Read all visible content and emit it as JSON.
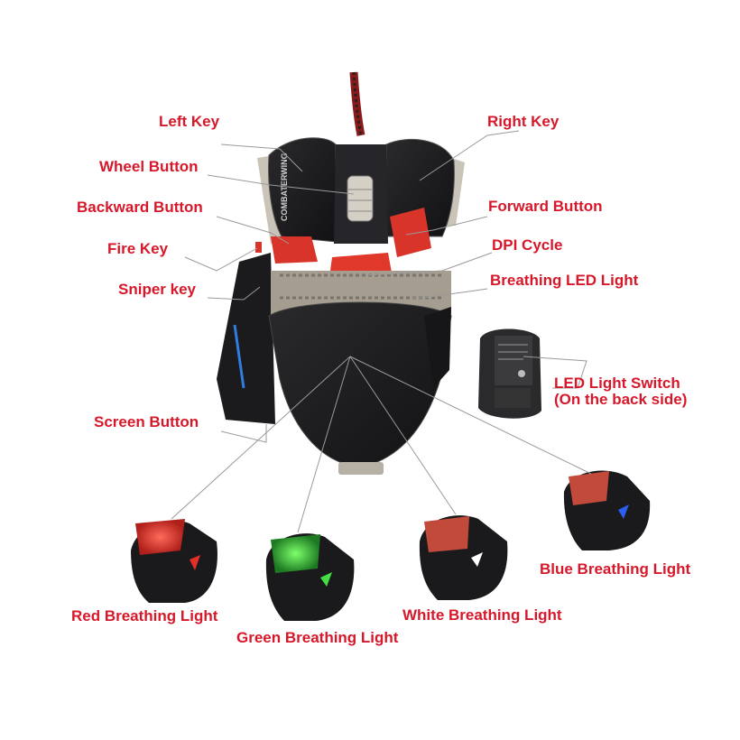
{
  "product": {
    "brand_text": "COMBATERWING"
  },
  "labels": {
    "left_key": "Left Key",
    "right_key": "Right Key",
    "wheel_button": "Wheel Button",
    "backward_button": "Backward Button",
    "forward_button": "Forward Button",
    "fire_key": "Fire Key",
    "dpi_cycle": "DPI Cycle",
    "sniper_key": "Sniper key",
    "breathing_led": "Breathing LED Light",
    "led_switch_line1": "LED Light Switch",
    "led_switch_line2": "(On the back side)",
    "screen_button": "Screen Button",
    "red_breathing": "Red Breathing Light",
    "green_breathing": "Green Breathing Light",
    "white_breathing": "White Breathing Light",
    "blue_breathing": "Blue Breathing Light"
  },
  "colors": {
    "label_red": "#d7182a",
    "mouse_body": "#1c1c1e",
    "accent_red": "#d8342a",
    "metal": "#b9b2a6",
    "leader_line": "#9a9a9a"
  }
}
